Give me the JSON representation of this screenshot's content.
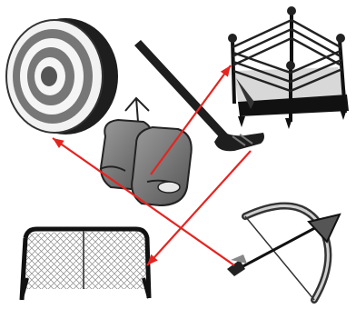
{
  "diagram": {
    "items": [
      {
        "id": "target",
        "icon": "archery-target-icon"
      },
      {
        "id": "stick",
        "icon": "hockey-stick-icon"
      },
      {
        "id": "ring",
        "icon": "boxing-ring-icon"
      },
      {
        "id": "gloves",
        "icon": "boxing-gloves-icon"
      },
      {
        "id": "goal",
        "icon": "hockey-goal-icon"
      },
      {
        "id": "bow",
        "icon": "bow-and-arrow-icon"
      }
    ],
    "connections": [
      {
        "from": "bow",
        "to": "target"
      },
      {
        "from": "gloves",
        "to": "ring"
      },
      {
        "from": "stick",
        "to": "goal"
      }
    ],
    "colors": {
      "arrow": "#e52420",
      "icon_dark": "#2b2b2b",
      "icon_mid": "#7a7a7a",
      "icon_light": "#d9d9d9",
      "background": "#ffffff"
    }
  }
}
